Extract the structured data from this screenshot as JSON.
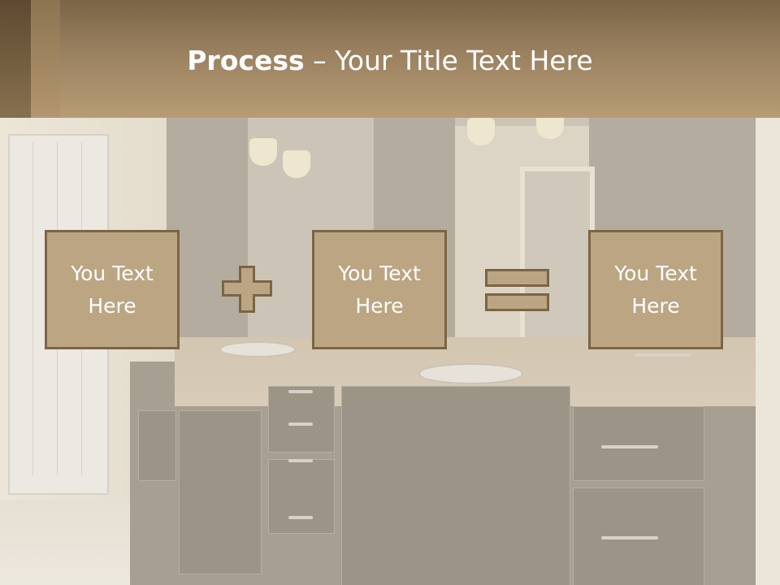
{
  "title": {
    "bold": "Process",
    "rest": " – Your Title Text Here"
  },
  "boxes": [
    {
      "line1": "You Text",
      "line2": "Here"
    },
    {
      "line1": "You Text",
      "line2": "Here"
    },
    {
      "line1": "You Text",
      "line2": "Here"
    }
  ],
  "operators": [
    "plus-icon",
    "equals-icon"
  ],
  "colors": {
    "box_fill": "#bca582",
    "box_border": "#7a6547",
    "header": "#9a8160",
    "text": "#ffffff"
  }
}
